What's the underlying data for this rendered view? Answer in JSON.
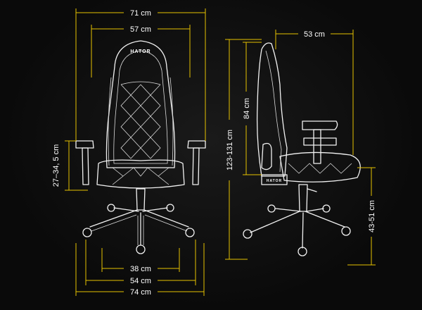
{
  "brand": "HATOR",
  "front_view": {
    "overall_width": "71 cm",
    "backrest_width": "57 cm",
    "armrest_height": "27–34, 5 cm",
    "seat_width": "38 cm",
    "seat_depth_width": "54 cm",
    "base_width": "74 cm"
  },
  "side_view": {
    "depth": "53 cm",
    "backrest_height": "84 cm",
    "total_height": "123-131 cm",
    "seat_height": "43-51 cm"
  },
  "colors": {
    "dimension_lines": "#e6c200",
    "chair_outline": "#f2f2f2",
    "background": "#0b0b0b"
  }
}
